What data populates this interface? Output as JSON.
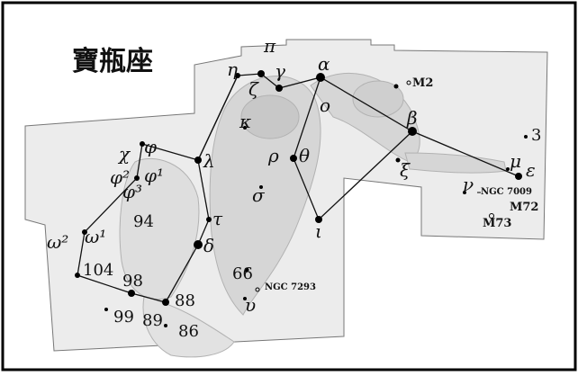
{
  "map": {
    "title": "寶瓶座",
    "greek_labels": [
      {
        "id": "pi",
        "text": "π"
      },
      {
        "id": "eta",
        "text": "η"
      },
      {
        "id": "gamma",
        "text": "γ"
      },
      {
        "id": "zeta",
        "text": "ζ"
      },
      {
        "id": "alpha",
        "text": "α"
      },
      {
        "id": "omicron",
        "text": "ο"
      },
      {
        "id": "kappa",
        "text": "κ"
      },
      {
        "id": "beta",
        "text": "β"
      },
      {
        "id": "chi",
        "text": "χ"
      },
      {
        "id": "phi",
        "text": "φ"
      },
      {
        "id": "phi2",
        "text": "φ²"
      },
      {
        "id": "phi1",
        "text": "φ¹"
      },
      {
        "id": "phi3",
        "text": "φ³"
      },
      {
        "id": "lambda",
        "text": "λ"
      },
      {
        "id": "rho",
        "text": "ρ"
      },
      {
        "id": "theta",
        "text": "θ"
      },
      {
        "id": "xi",
        "text": "ξ"
      },
      {
        "id": "nu",
        "text": "ν"
      },
      {
        "id": "mu",
        "text": "μ"
      },
      {
        "id": "epsilon",
        "text": "ε"
      },
      {
        "id": "sigma",
        "text": "σ"
      },
      {
        "id": "tau",
        "text": "τ"
      },
      {
        "id": "delta",
        "text": "δ"
      },
      {
        "id": "iota",
        "text": "ι"
      },
      {
        "id": "omega2",
        "text": "ω²"
      },
      {
        "id": "omega1",
        "text": "ω¹"
      },
      {
        "id": "upsilon",
        "text": "υ"
      }
    ],
    "number_labels": [
      "3",
      "94",
      "104",
      "98",
      "99",
      "89",
      "88",
      "86",
      "66"
    ],
    "deep_sky_labels": [
      "M2",
      "NGC 7009",
      "M72",
      "M73",
      "NGC 7293"
    ]
  }
}
